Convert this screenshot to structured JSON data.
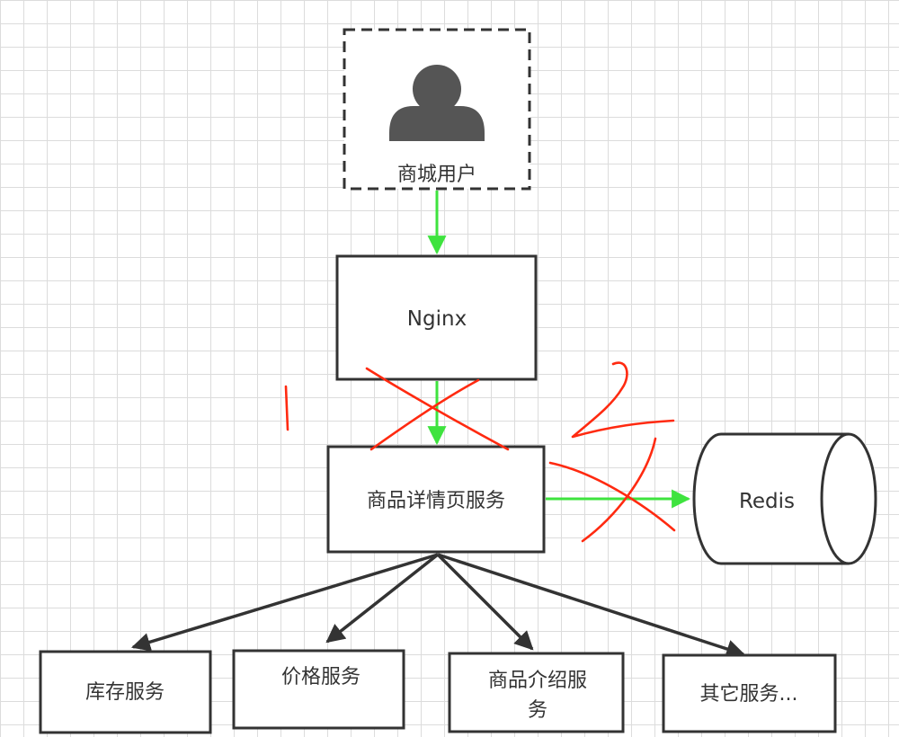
{
  "nodes": {
    "user": "商城用户",
    "nginx": "Nginx",
    "detail": "商品详情页服务",
    "redis": "Redis",
    "stock": "库存服务",
    "price": "价格服务",
    "intro_line1": "商品介绍服",
    "intro_line2": "务",
    "other": "其它服务..."
  },
  "colors": {
    "green_arrow": "#3ee33e",
    "dark_arrow": "#333333",
    "red_mark": "#ff2a10",
    "box_border": "#333333",
    "icon": "#555555"
  }
}
